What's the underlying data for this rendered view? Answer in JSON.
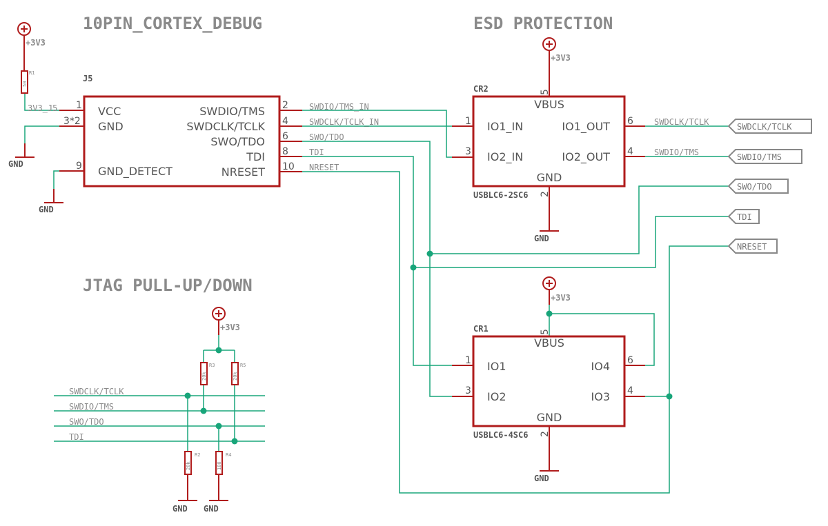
{
  "sections": {
    "debug": "10PIN_CORTEX_DEBUG",
    "esd": "ESD PROTECTION",
    "jtag": "JTAG PULL-UP/DOWN"
  },
  "power": {
    "v33": "+3V3",
    "gnd": "GND"
  },
  "j5": {
    "ref": "J5",
    "pins": {
      "vcc": "VCC",
      "gnd": "GND",
      "gnd_detect": "GND_DETECT",
      "swdio": "SWDIO/TMS",
      "swdclk": "SWDCLK/TCLK",
      "swo": "SWO/TDO",
      "tdi": "TDI",
      "nreset": "NRESET"
    },
    "pin_numbers": {
      "vcc": "1",
      "gnd": "3*2",
      "gnd_detect": "9",
      "swdio": "2",
      "swdclk": "4",
      "swo": "6",
      "tdi": "8",
      "nreset": "10"
    }
  },
  "cr2": {
    "ref": "CR2",
    "part": "USBLC6-2SC6",
    "pins": {
      "vbus": "VBUS",
      "gnd": "GND",
      "io1_in": "IO1_IN",
      "io2_in": "IO2_IN",
      "io1_out": "IO1_OUT",
      "io2_out": "IO2_OUT"
    },
    "pin_numbers": {
      "vbus": "5",
      "gnd": "2",
      "io1_in": "1",
      "io2_in": "3",
      "io1_out": "6",
      "io2_out": "4"
    }
  },
  "cr1": {
    "ref": "CR1",
    "part": "USBLC6-4SC6",
    "pins": {
      "vbus": "VBUS",
      "gnd": "GND",
      "io1": "IO1",
      "io2": "IO2",
      "io3": "IO3",
      "io4": "IO4"
    },
    "pin_numbers": {
      "vbus": "5",
      "gnd": "2",
      "io1": "1",
      "io2": "3",
      "io3": "4",
      "io4": "6"
    }
  },
  "resistors": {
    "r1": {
      "ref": "R1",
      "value": "50"
    },
    "r2": {
      "ref": "R2",
      "value": "20k"
    },
    "r3": {
      "ref": "R3",
      "value": "20k"
    },
    "r4": {
      "ref": "R4",
      "value": "100"
    },
    "r5": {
      "ref": "R5",
      "value": "20k"
    }
  },
  "nets": {
    "v33_j5": "3V3_J5",
    "swdio_in": "SWDIO/TMS_IN",
    "swdclk_in": "SWDCLK/TCLK_IN",
    "swo_tdo": "SWO/TDO",
    "tdi": "TDI",
    "nreset": "NRESET",
    "swdclk": "SWDCLK/TCLK",
    "swdio": "SWDIO/TMS"
  },
  "labels": {
    "swdclk": "SWDCLK/TCLK",
    "swdio": "SWDIO/TMS",
    "swo": "SWO/TDO",
    "tdi": "TDI",
    "nreset": "NRESET"
  },
  "colors": {
    "wire": "#18a57a",
    "component": "#b01c1c",
    "text": "#8a8a8a"
  }
}
